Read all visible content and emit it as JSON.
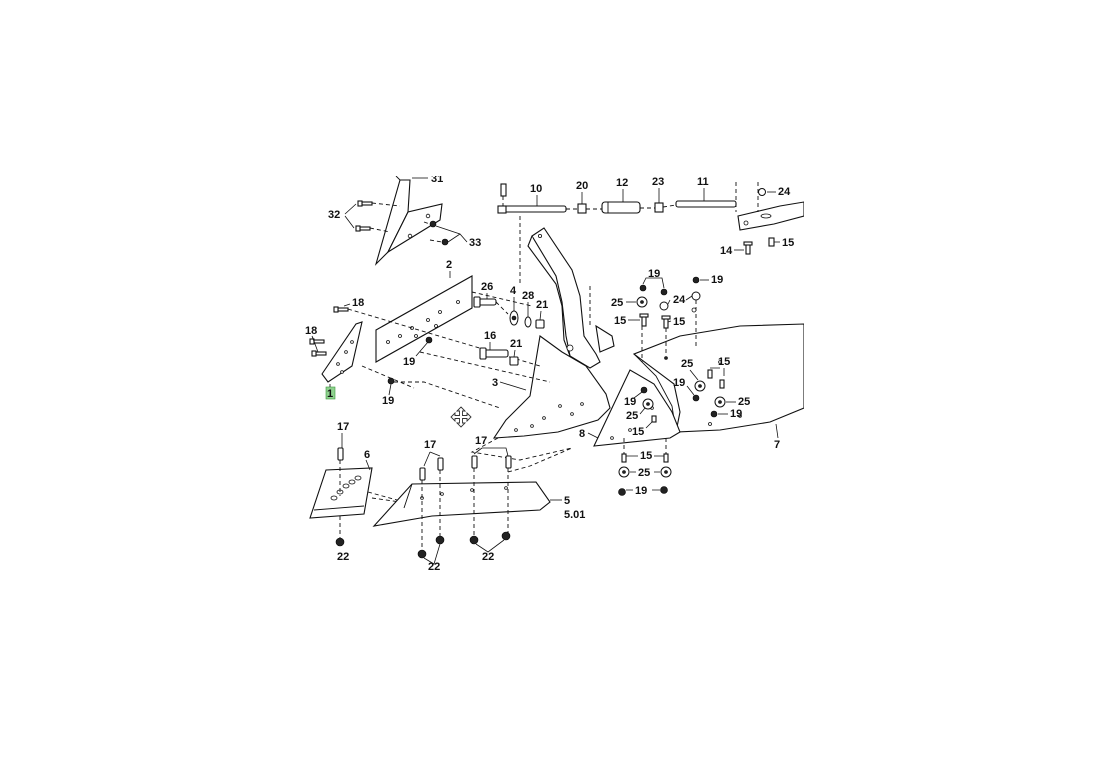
{
  "diagram": {
    "callouts": {
      "p31": "31",
      "p32": "32",
      "p33": "33",
      "p10": "10",
      "p20": "20",
      "p12": "12",
      "p23": "23",
      "p11": "11",
      "p24a": "24",
      "p14": "14",
      "p15a": "15",
      "p2": "2",
      "p18a": "18",
      "p18b": "18",
      "p1": "1",
      "p19a": "19",
      "p19b": "19",
      "p26": "26",
      "p4": "4",
      "p28": "28",
      "p21a": "21",
      "p16": "16",
      "p21b": "21",
      "p3": "3",
      "p19c": "19",
      "p25a": "25",
      "p24b": "24",
      "p19d": "19",
      "p15b": "15",
      "p15c": "15",
      "p25b": "25",
      "p15d": "15",
      "p19e": "19",
      "p25c": "25",
      "p19f": "19",
      "p25d": "25",
      "p19g": "19",
      "p15e": "15",
      "p8": "8",
      "p7": "7",
      "p17a": "17",
      "p6": "6",
      "p17b": "17",
      "p17c": "17",
      "p5": "5",
      "p501": "5.01",
      "p22a": "22",
      "p22b": "22",
      "p22c": "22",
      "p15f": "15",
      "p25e": "25",
      "p19h": "19"
    },
    "highlighted_part": "1",
    "highlight_color": "#8fd18f"
  },
  "cursor": {
    "icon": "move-cursor-icon"
  }
}
